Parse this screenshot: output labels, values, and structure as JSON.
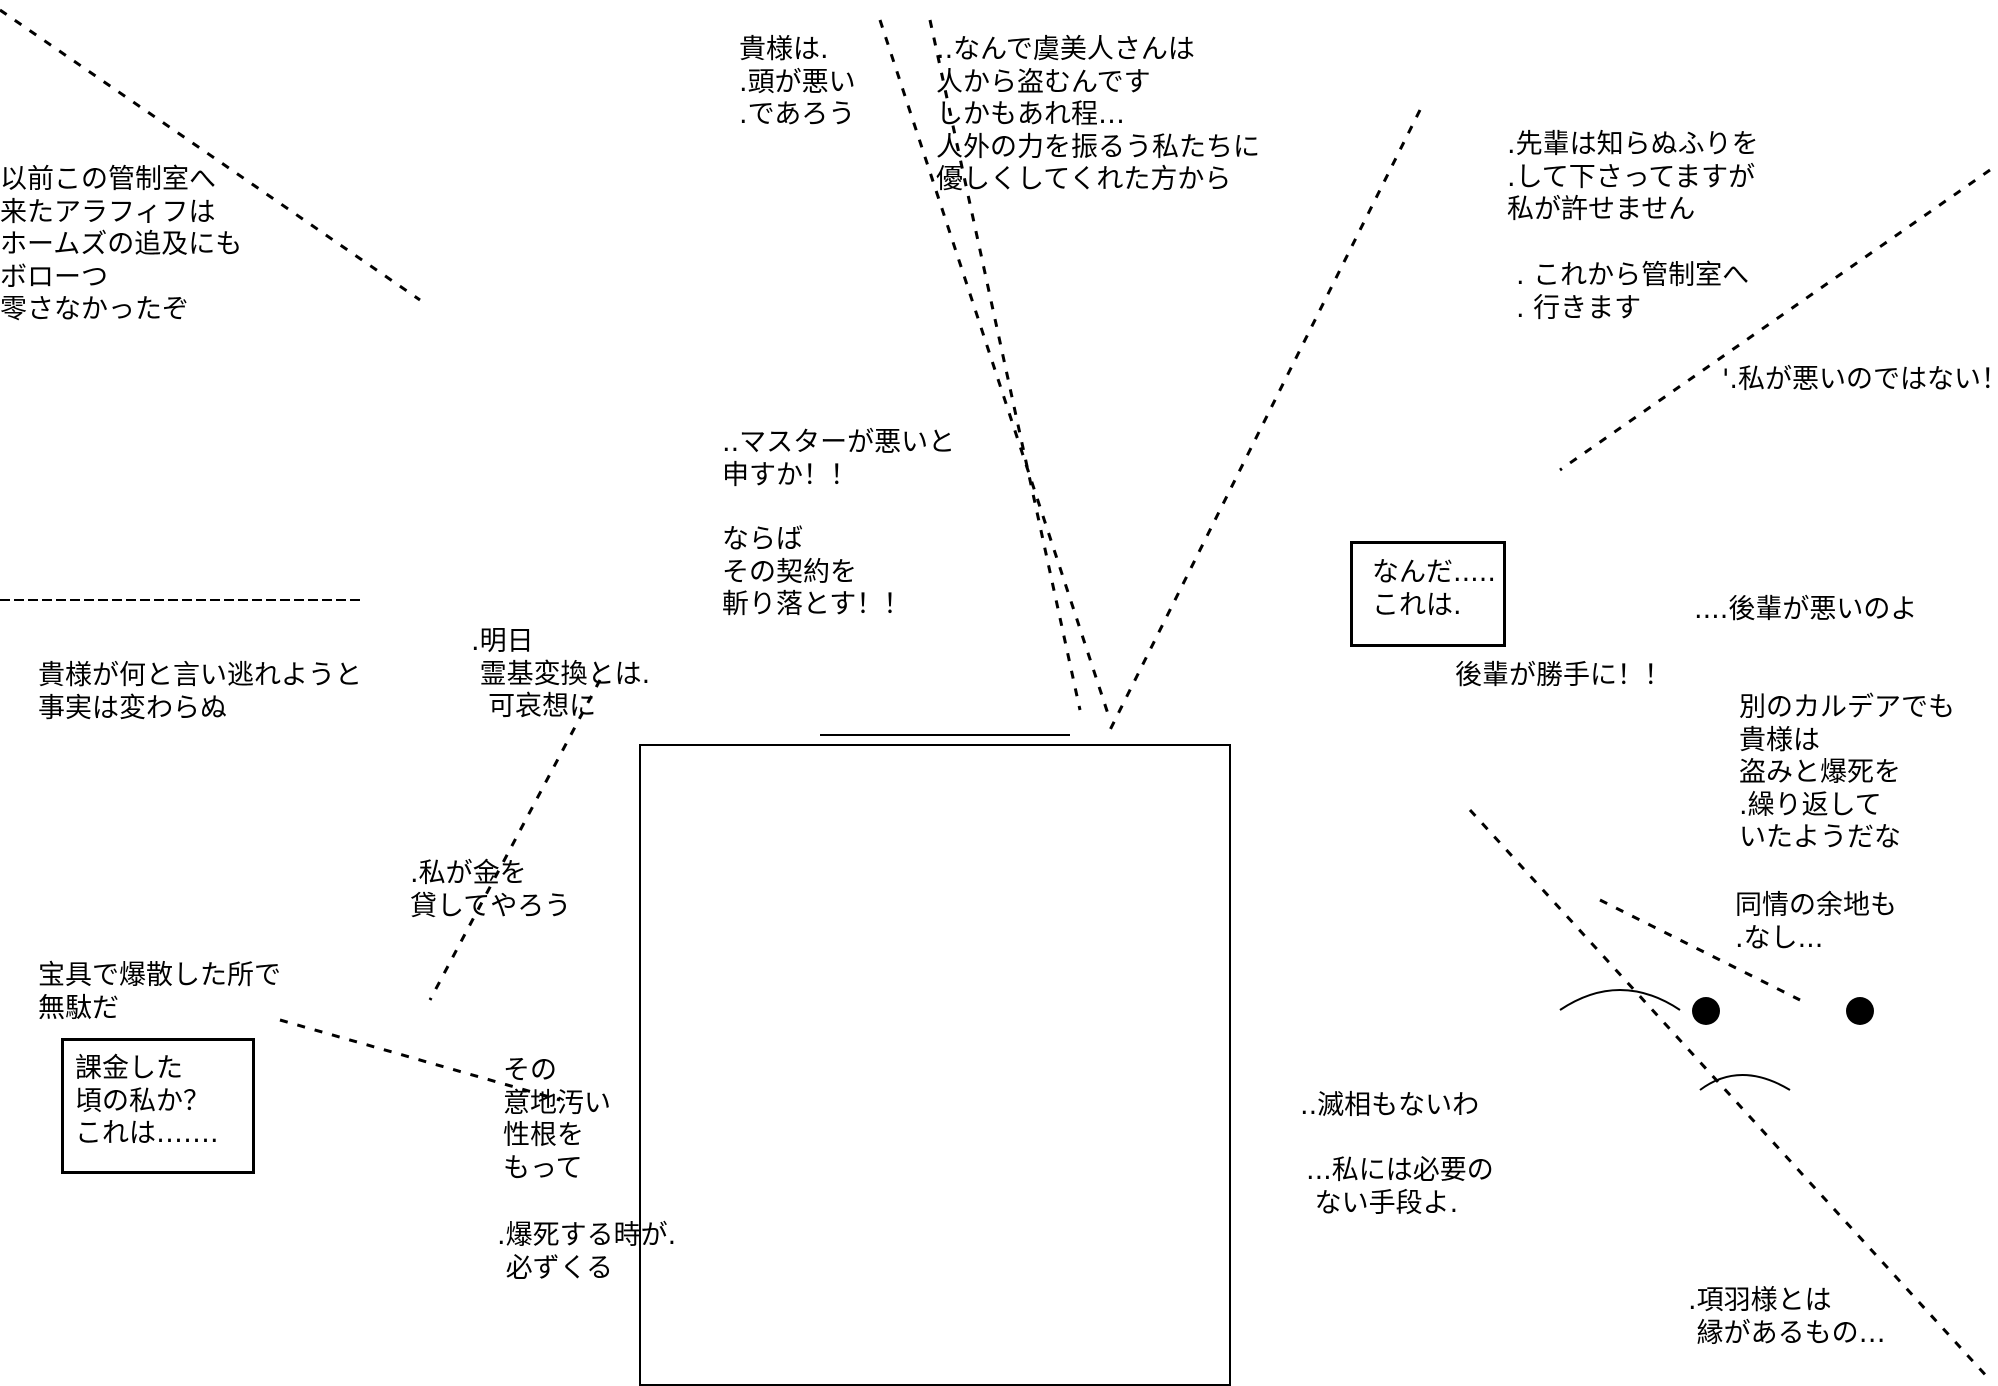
{
  "dialogues": {
    "b1": [
      "貴様は.",
      ".頭が悪い",
      ".であろう"
    ],
    "b2": [
      "..なんで虞美人さんは",
      "人から盗むんです",
      "しかもあれ程…",
      "人外の力を振るう私たちに",
      "優しくしてくれた方から"
    ],
    "b3": [
      "以前この管制室へ",
      "来たアラフィフは",
      "ホームズの追及にも",
      "ボローつ",
      "零さなかったぞ"
    ],
    "b4": [
      ".先輩は知らぬふりを",
      ".して下さってますが",
      "私が許せません"
    ],
    "b5": [
      ". これから管制室へ",
      ". 行きます"
    ],
    "b6": [
      "'.私が悪いのではない！"
    ],
    "b7": [
      "..マスターが悪いと",
      "申すか！！"
    ],
    "b8": [
      "ならば",
      "その契約を",
      "斬り落とす！！"
    ],
    "b9": [
      "なんだ.....",
      "これは."
    ],
    "b10": [
      "....後輩が悪いのよ"
    ],
    "b11": [
      "後輩が勝手に！！"
    ],
    "b12": [
      "別のカルデアでも",
      "貴様は",
      "盗みと爆死を",
      ".繰り返して",
      "いたようだな"
    ],
    "b13": [
      "同情の余地も",
      ".なし..."
    ],
    "b14": [
      ".明日",
      " 霊基変換とは.",
      "  可哀想に"
    ],
    "b15": [
      "貴様が何と言い逃れようと",
      "事実は変わらぬ"
    ],
    "b16": [
      ".私が金を",
      "貸してやろう"
    ],
    "b17": [
      "宝具で爆散した所で",
      "無駄だ"
    ],
    "b18": [
      "課金した",
      "頃の私か？",
      "これは……."
    ],
    "b19": [
      "その",
      "意地汚い",
      "性根を",
      "もって"
    ],
    "b20": [
      ".爆死する時が.",
      " 必ずくる"
    ],
    "b21": [
      "..滅相もないわ"
    ],
    "b22": [
      "...私には必要の",
      " ない手段よ."
    ],
    "b23": [
      ".項羽様とは",
      " 縁があるもの…"
    ]
  }
}
